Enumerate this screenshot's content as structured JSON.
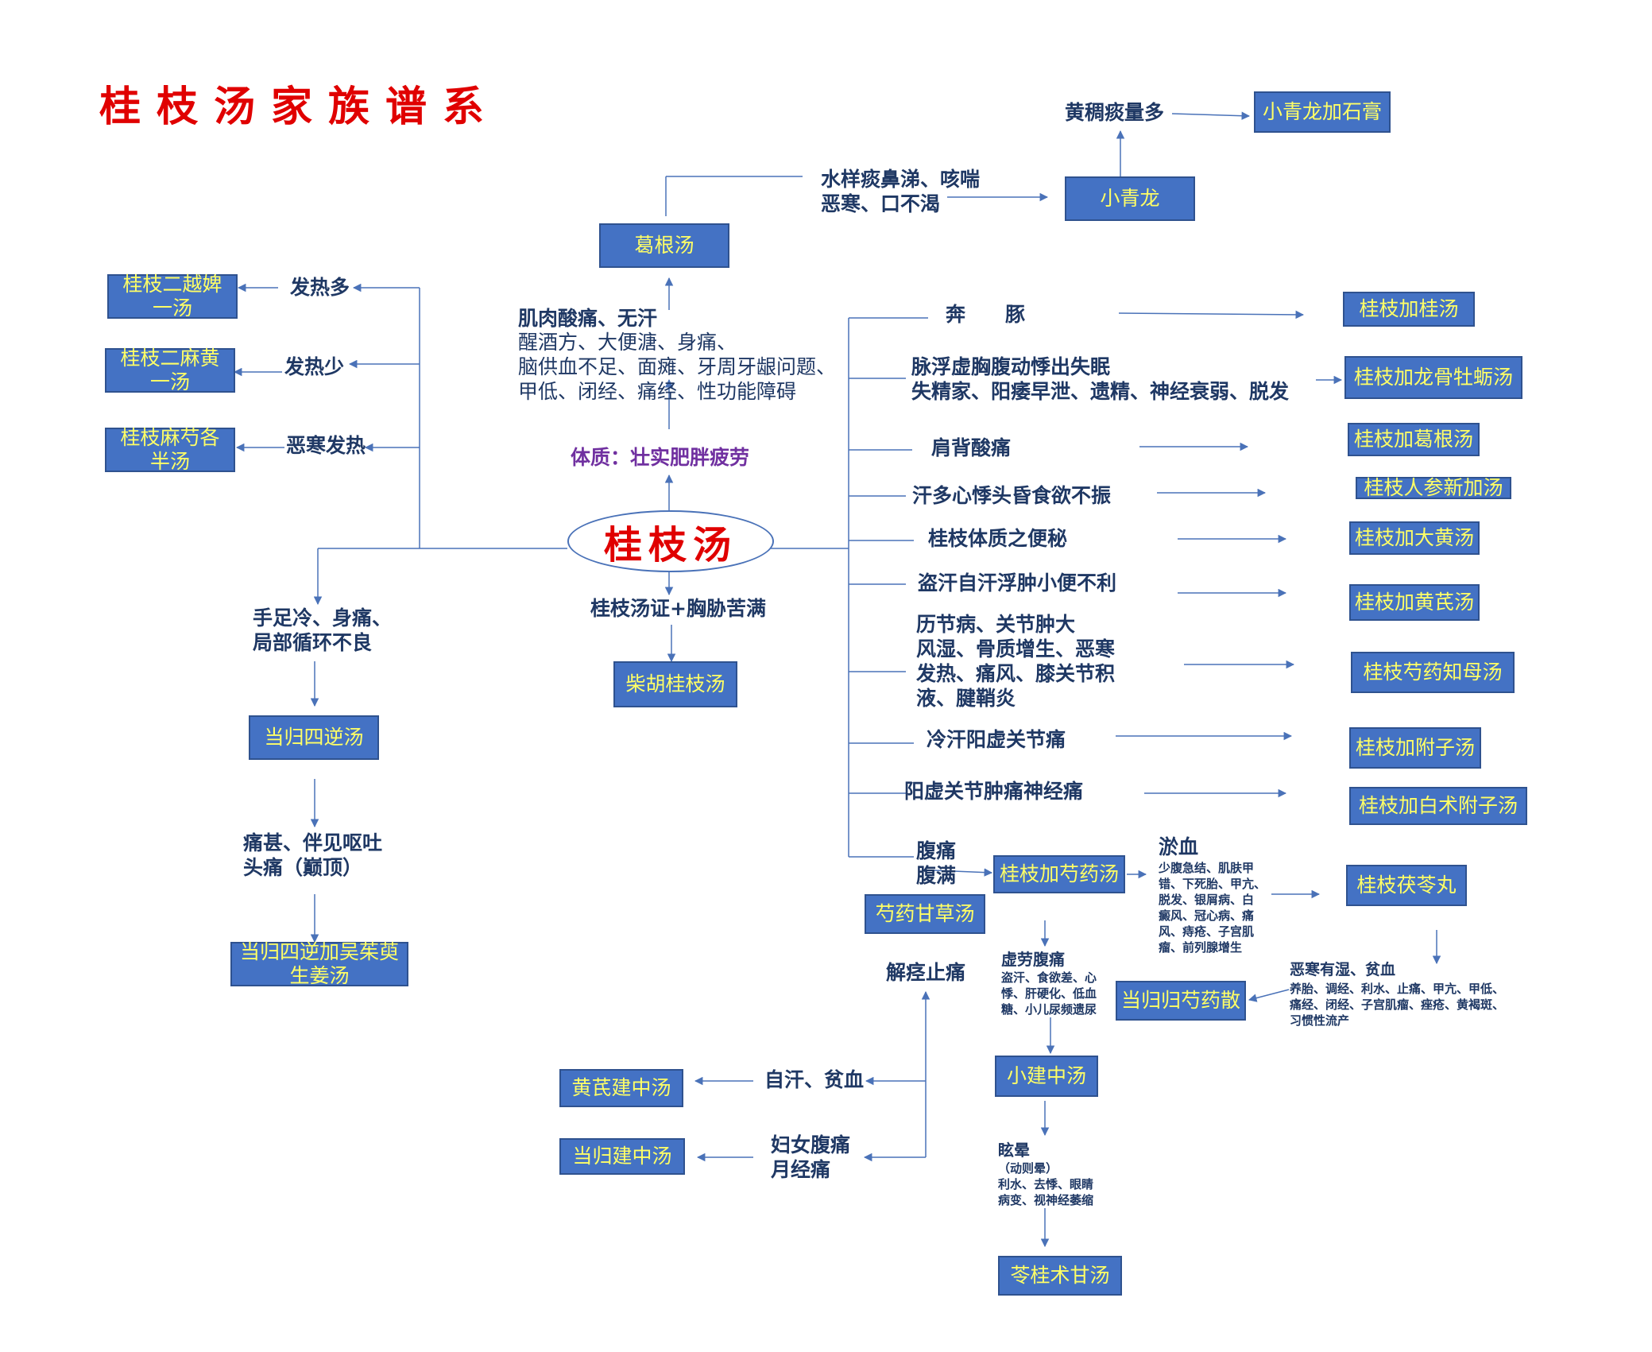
{
  "title": "桂枝汤家族谱系",
  "center": "桂枝汤",
  "nodes": {
    "gegen": "葛根汤",
    "xiaoqinglong": "小青龙",
    "xiaoqinglong_shigao": "小青龙加石膏",
    "er_yuebi": "桂枝二越婢\n一汤",
    "er_mahuang": "桂枝二麻黄\n一汤",
    "mashao": "桂枝麻芍各\n半汤",
    "danggui_sini": "当归四逆汤",
    "danggui_sini_wuzhuyu": "当归四逆加吴茱萸\n生姜汤",
    "chaihu": "柴胡桂枝汤",
    "jiagui": "桂枝加桂汤",
    "longgu": "桂枝加龙骨牡蛎汤",
    "jia_gegen": "桂枝加葛根汤",
    "renshen": "桂枝人参新加汤",
    "dahuang": "桂枝加大黄汤",
    "huangqi": "桂枝加黄芪汤",
    "zhimu": "桂枝芍药知母汤",
    "fuzi": "桂枝加附子汤",
    "baizhu_fuzi": "桂枝加白术附子汤",
    "shaoyao": "桂枝加芍药汤",
    "fuling": "桂枝茯苓丸",
    "shaoyao_gancao": "芍药甘草汤",
    "danggui_shaoyao": "当归归芍药散",
    "xiaojianzhong": "小建中汤",
    "huangqi_jianzhong": "黄芪建中汤",
    "danggui_jianzhong": "当归建中汤",
    "linggui": "苓桂术甘汤"
  },
  "labels": {
    "huangchou": "黄稠痰量多",
    "shuiyang": "水样痰鼻涕、咳喘\n恶寒、口不渴",
    "jirou_head": "肌肉酸痛、无汗",
    "jirou_body": "醒酒方、大便溏、身痛、\n脑供血不足、面瘫、牙周牙龈问题、\n甲低、闭经、痛经、性功能障碍",
    "tizhi": "体质：壮实肥胖疲劳",
    "fare_duo": "发热多",
    "fare_shao": "发热少",
    "wuhan_fare": "恶寒发热",
    "shouzu": "手足冷、身痛、\n局部循环不良",
    "tongshen": "痛甚、伴见呕吐\n头痛（巅顶）",
    "guizhi_zheng": "桂枝汤证+胸胁苦满",
    "bentun": "奔　　豚",
    "maifu": "脉浮虚胸腹动悸出失眠\n失精家、阳痿早泄、遗精、神经衰弱、脱发",
    "jianbei": "肩背酸痛",
    "handuo": "汗多心悸头昏食欲不振",
    "bianmi": "桂枝体质之便秘",
    "daohan": "盗汗自汗浮肿小便不利",
    "lijie": "历节病、关节肿大\n风湿、骨质增生、恶寒\n发热、痛风、膝关节积\n液、腱鞘炎",
    "lenghan": "冷汗阳虚关节痛",
    "yangxu": "阳虚关节肿痛神经痛",
    "futong": "腹痛\n腹满",
    "yuxue_head": "淤血",
    "yuxue_body": "少腹急结、肌肤甲\n错、下死胎、甲亢、\n脱发、银屑病、白\n癜风、冠心病、痛\n风、痔疮、子宫肌\n瘤、前列腺增生",
    "wuhan_shi_head": "恶寒有湿、贫血",
    "wuhan_shi_body": "养胎、调经、利水、止痛、甲亢、甲低、\n痛经、闭经、子宫肌瘤、痤疮、黄褐斑、\n习惯性流产",
    "xulao_head": "虚劳腹痛",
    "xulao_body": "盗汗、食欲差、心\n悸、肝硬化、低血\n糖、小儿尿频遗尿",
    "jiejing": "解痉止痛",
    "zihan": "自汗、贫血",
    "funv": "妇女腹痛\n月经痛",
    "xuanyun_head": "眩晕",
    "xuanyun_body": "（动则晕）\n利水、去悸、眼睛\n病变、视神经萎缩"
  }
}
